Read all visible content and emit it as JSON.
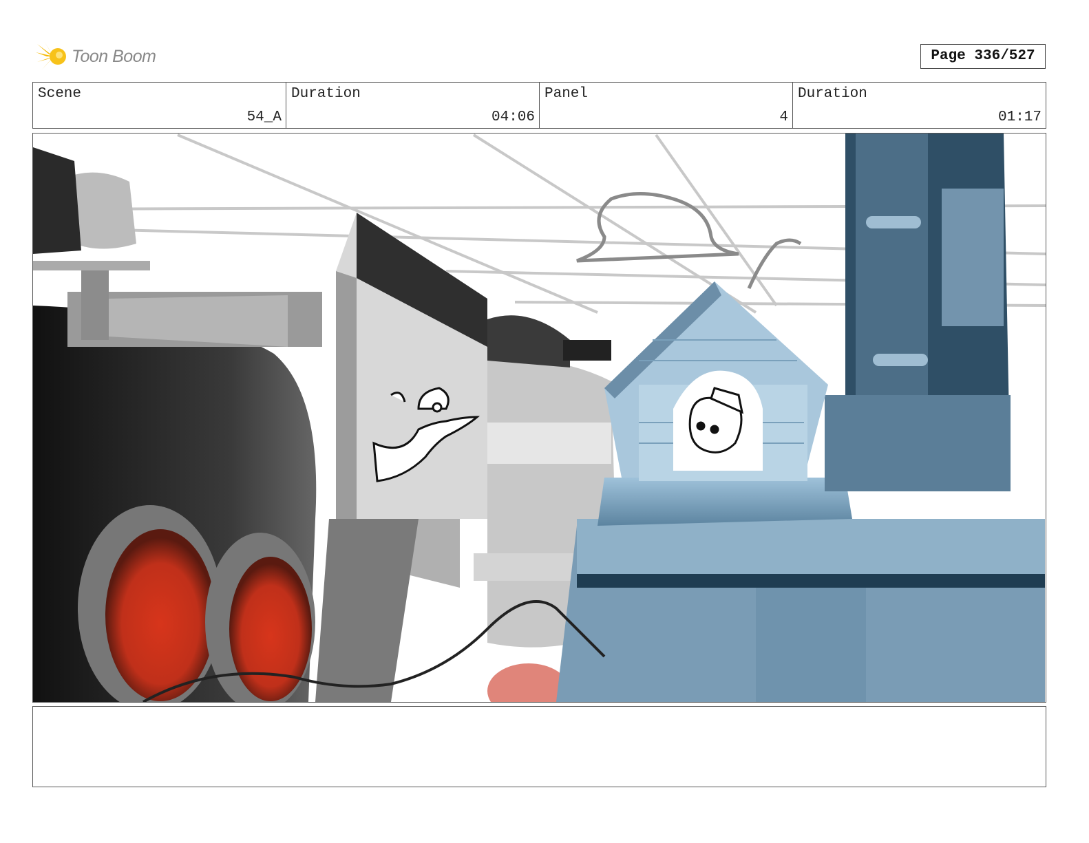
{
  "brand": {
    "name": "Toon Boom",
    "icon": "starburst-logo-icon",
    "accent": "#f5b800"
  },
  "page": {
    "label": "Page 336/527"
  },
  "info": [
    {
      "label": "Scene",
      "value": "54_A"
    },
    {
      "label": "Duration",
      "value": "04:06"
    },
    {
      "label": "Panel",
      "value": "4"
    },
    {
      "label": "Duration",
      "value": "01:17"
    }
  ],
  "panel_image": {
    "colors": {
      "left_train": "#3a3a3a",
      "right_train": "#6f93ad",
      "wheel_glow": "#d7351b"
    }
  },
  "notes": {
    "text": ""
  }
}
